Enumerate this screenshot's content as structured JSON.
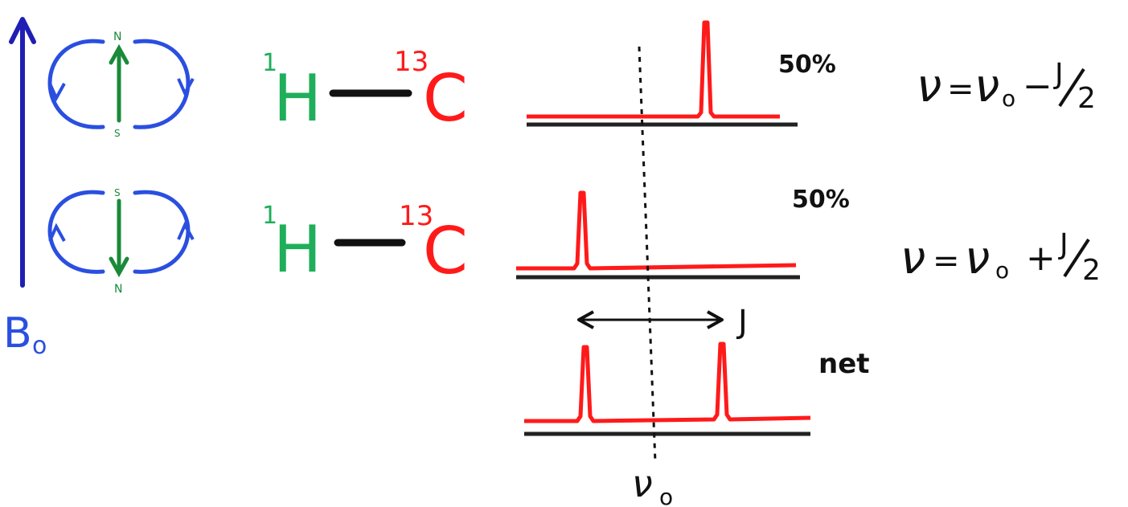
{
  "colors": {
    "field_arrow": "#1f1fb4",
    "field_lines": "#2a4fe0",
    "spin": "#1a8a3a",
    "hydrogen": "#1fae5a",
    "carbon": "#ff1a1a",
    "bond": "#111111",
    "peak": "#ff1a1a",
    "baseline": "#222222",
    "text": "#111111"
  },
  "field": {
    "label_main": "B",
    "label_sub": "o"
  },
  "magnets": [
    {
      "orientation": "up",
      "top_pole": "N",
      "bottom_pole": "S"
    },
    {
      "orientation": "down",
      "top_pole": "S",
      "bottom_pole": "N"
    }
  ],
  "molecules": [
    {
      "h_mass": "1",
      "h_symbol": "H",
      "c_mass": "13",
      "c_symbol": "C"
    },
    {
      "h_mass": "1",
      "h_symbol": "H",
      "c_mass": "13",
      "c_symbol": "C"
    }
  ],
  "spectra": {
    "percent_top": "50%",
    "percent_bottom": "50%",
    "net_label": "net",
    "j_label": "J",
    "center_label_main": "ν",
    "center_label_sub": "o"
  },
  "equations": [
    {
      "lhs": "ν",
      "eq": "=",
      "base": "ν",
      "base_sub": "o",
      "op": "−",
      "num": "J",
      "den": "2"
    },
    {
      "lhs": "ν",
      "eq": "=",
      "base": "ν",
      "base_sub": "o",
      "op": "+",
      "num": "J",
      "den": "2"
    }
  ]
}
